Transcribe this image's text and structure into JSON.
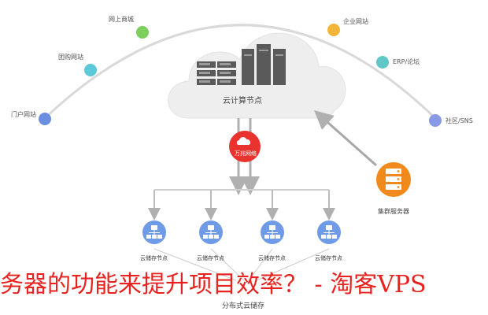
{
  "arc_nodes": [
    {
      "label": "门户网站",
      "color": "#6b8fe0",
      "icon": "blue-dot"
    },
    {
      "label": "团购网站",
      "color": "#5cc9d8",
      "icon": "teal-dot"
    },
    {
      "label": "网上商城",
      "color": "#7ccf5c",
      "icon": "green-dot"
    },
    {
      "label": "企业网站",
      "color": "#f2b53a",
      "icon": "orange-dot"
    },
    {
      "label": "ERP/论坛",
      "color": "#5fc7c7",
      "icon": "teal-dot"
    },
    {
      "label": "社区/SNS",
      "color": "#8899e6",
      "icon": "blue-dot"
    }
  ],
  "cloud": {
    "label": "云计算节点",
    "icon": "server-rack-icon"
  },
  "network": {
    "label": "万兆网络",
    "color": "#e8332e",
    "icon": "cloud-network-icon"
  },
  "cluster": {
    "label": "集群服务器",
    "color": "#f08a1c",
    "icon": "server-stack-icon"
  },
  "storage_nodes": [
    {
      "label": "云储存节点",
      "icon": "storage-tree-icon"
    },
    {
      "label": "云储存节点",
      "icon": "storage-tree-icon"
    },
    {
      "label": "云储存节点",
      "icon": "storage-tree-icon"
    },
    {
      "label": "云储存节点",
      "icon": "storage-tree-icon"
    }
  ],
  "distributed_label": "分布式云储存",
  "caption": "务器的功能来提升项目效率？ - 淘客VPS",
  "colors": {
    "arc": "#d8d8d8",
    "storage_node": "#6e9ae6",
    "arrow": "#b0b0b0",
    "caption": "#e8231f"
  }
}
